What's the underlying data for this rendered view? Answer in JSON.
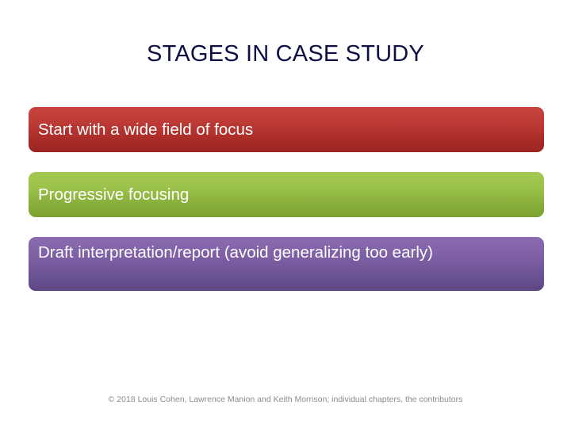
{
  "slide": {
    "title": "STAGES IN CASE STUDY",
    "title_color": "#0d1046",
    "background_color": "#ffffff",
    "stages": [
      {
        "label": "Start with a wide field of focus",
        "color_top": "#c7443f",
        "color_bottom": "#9b2521",
        "text_color": "#ffffff"
      },
      {
        "label": "Progressive focusing",
        "color_top": "#a3c853",
        "color_bottom": "#7ba02f",
        "text_color": "#ffffff"
      },
      {
        "label": "Draft interpretation/report (avoid generalizing too early)",
        "color_top": "#8b6cb0",
        "color_bottom": "#5c4682",
        "text_color": "#ffffff"
      }
    ],
    "footer": "© 2018 Louis Cohen, Lawrence Manion and Keith Morrison; individual chapters, the contributors",
    "footer_color": "#8c8c8c"
  }
}
